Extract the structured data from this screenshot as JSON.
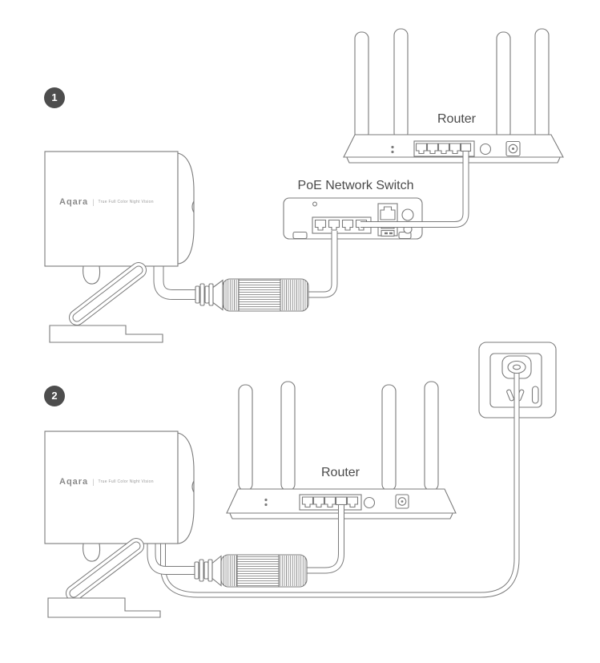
{
  "page": {
    "background": "#ffffff"
  },
  "badges": {
    "step1": "1",
    "step2": "2"
  },
  "labels": {
    "router1": "Router",
    "poe_switch": "PoE Network Switch",
    "router2": "Router"
  },
  "camera": {
    "brand": "Aqara",
    "divider": "|",
    "tagline": "True Full Color Night Vision"
  },
  "colors": {
    "line": "#7b7b7b",
    "label_text": "#4a4a4a",
    "badge_bg": "#4d4d4d",
    "badge_text": "#ffffff",
    "logo_text": "#8a8a8a",
    "tagline_text": "#9a9a9a"
  }
}
